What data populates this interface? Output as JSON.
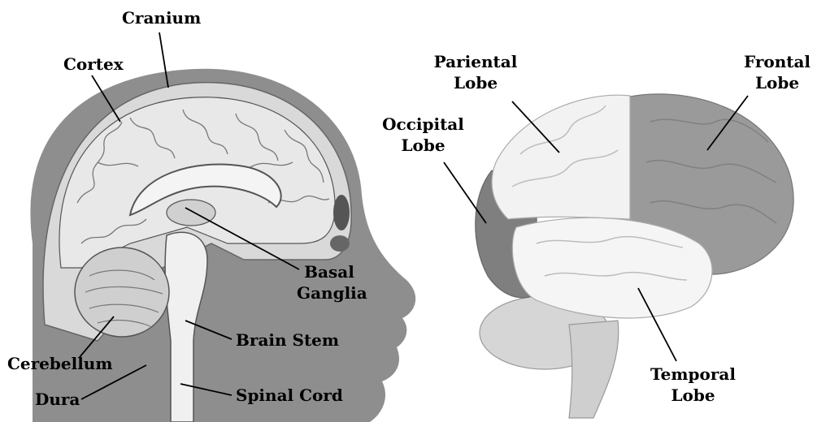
{
  "labels": {
    "cranium": "Cranium",
    "cortex": "Cortex",
    "basal_line1": "Basal",
    "basal_line2": "Ganglia",
    "brain_stem": "Brain Stem",
    "cerebellum": "Cerebellum",
    "dura": "Dura",
    "spinal_cord": "Spinal Cord",
    "parietal_line1": "Pariental",
    "parietal_line2": "Lobe",
    "occipital_line1": "Occipital",
    "occipital_line2": "Lobe",
    "frontal_line1": "Frontal",
    "frontal_line2": "Lobe",
    "temporal_line1": "Temporal",
    "temporal_line2": "Lobe"
  },
  "colors": {
    "head": "#8e8e8e",
    "skull": "#d9d9d9",
    "cortex": "#e8e8e8",
    "lobe_light": "#f2f2f2",
    "lobe_dark": "#9a9a9a",
    "lobe_mid": "#7f7f7f",
    "cerebellum": "#cfcfcf"
  }
}
